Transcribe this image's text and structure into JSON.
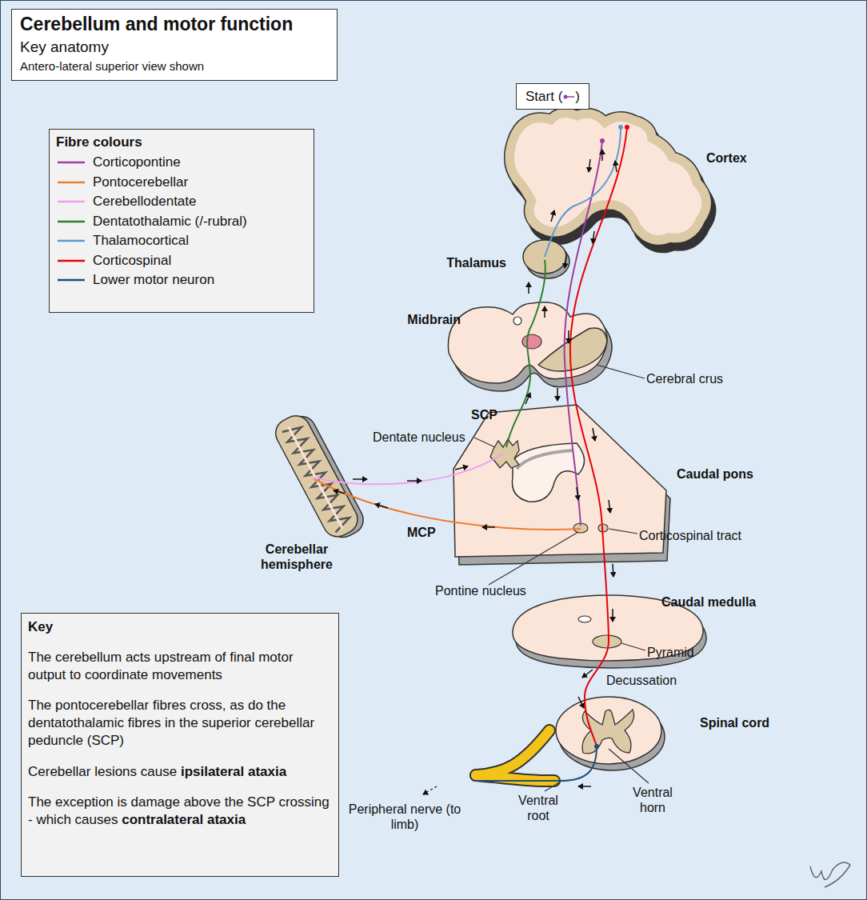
{
  "diagram": {
    "title": "Cerebellum and motor function",
    "nodes": [
      {
        "text": [
          "Key anatomy",
          "Antero-lateral superior view shown"
        ]
      },
      {
        "text": [
          "Start (",
          ")"
        ]
      },
      {
        "text": [
          "Key",
          "The cerebellum acts upstream of final motor output to coordinate movements",
          "The pontocerebellar fibres cross, as do the dentatothalamic fibres in the superior cerebellar peduncle (SCP)",
          "Cerebellar lesions cause",
          "ipsilateral ataxia",
          "The exception is damage above the SCP crossing - which causes",
          "contralateral ataxia"
        ]
      }
    ],
    "labels": [
      "Fibre colours",
      "Cortex",
      "Thalamus",
      "Midbrain",
      "Cerebral crus",
      "SCP",
      "Dentate nucleus",
      "Caudal pons",
      "MCP",
      "Cerebellar hemisphere",
      "Corticospinal tract",
      "Pontine nucleus",
      "Caudal medulla",
      "Pyramid",
      "Decussation",
      "Spinal cord",
      "Ventral horn",
      "Ventral root",
      "Peripheral nerve (to limb)"
    ],
    "legend": [
      {
        "text": "Corticopontine"
      },
      {
        "text": "Pontocerebellar"
      },
      {
        "text": "Cerebellodentate"
      },
      {
        "text": "Dentatothalamic (/-rubral)"
      },
      {
        "text": "Thalamocortical"
      },
      {
        "text": "Corticospinal"
      },
      {
        "text": "Lower motor neuron"
      }
    ]
  }
}
